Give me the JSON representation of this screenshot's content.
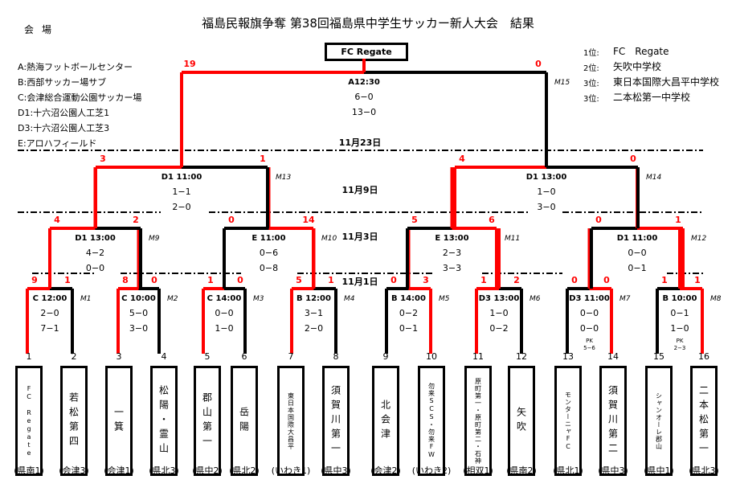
{
  "title": "福島民報旗争奪 第38回福島県中学生サッカー新人大会　結果",
  "venues": {
    "heading": "会場",
    "items": [
      "A:熱海フットボールセンター",
      "B:西部サッカー場サブ",
      "C:会津総合運動公園サッカー場",
      "D1:十六沼公園人工芝1",
      "D3:十六沼公園人工芝3",
      "E:アロハフィールド"
    ]
  },
  "ranking": [
    {
      "place": "1位:",
      "team": "FC　Regate"
    },
    {
      "place": "2位:",
      "team": "矢吹中学校"
    },
    {
      "place": "3位:",
      "team": "東日本国際大昌平中学校"
    },
    {
      "place": "3位:",
      "team": "二本松第一中学校"
    }
  ],
  "champion": "FC Regate",
  "dates": [
    "11月23日",
    "11月9日",
    "11月3日",
    "11月1日"
  ],
  "teams": [
    {
      "no": "1",
      "name": "FC Regate",
      "region": "(県南1)"
    },
    {
      "no": "2",
      "name": "若松第四",
      "region": "(会津3)"
    },
    {
      "no": "3",
      "name": "一箕",
      "region": "(会津1)"
    },
    {
      "no": "4",
      "name": "松陽・霊山",
      "region": "(県北3)"
    },
    {
      "no": "5",
      "name": "郡山第一",
      "region": "(県中2)"
    },
    {
      "no": "6",
      "name": "岳陽",
      "region": "(県北2)"
    },
    {
      "no": "7",
      "name": "東日本国際大昌平",
      "region": "(いわき1)"
    },
    {
      "no": "8",
      "name": "須賀川第一",
      "region": "(県中3)"
    },
    {
      "no": "9",
      "name": "北会津",
      "region": "(会津2)"
    },
    {
      "no": "10",
      "name": "勿来SCS・勿来FW",
      "region": "(いわき2)"
    },
    {
      "no": "11",
      "name": "原町第一・原町第二・石神",
      "region": "(相双1)"
    },
    {
      "no": "12",
      "name": "矢吹",
      "region": "(県南2)"
    },
    {
      "no": "13",
      "name": "モンターニャFC",
      "region": "(県北1)"
    },
    {
      "no": "14",
      "name": "須賀川第二",
      "region": "(県中3)"
    },
    {
      "no": "15",
      "name": "シャンオーレ郡山",
      "region": "(県中1)"
    },
    {
      "no": "16",
      "name": "二本松第一",
      "region": "(県北3)"
    }
  ],
  "matches": [
    {
      "id": "M1",
      "venue": "C 12:00",
      "s": [
        "9",
        "1"
      ],
      "halves": [
        "2−0",
        "7−1"
      ],
      "pk": "",
      "win": 0
    },
    {
      "id": "M2",
      "venue": "C 10:00",
      "s": [
        "8",
        "0"
      ],
      "halves": [
        "5−0",
        "3−0"
      ],
      "pk": "",
      "win": 0
    },
    {
      "id": "M3",
      "venue": "C 14:00",
      "s": [
        "1",
        "0"
      ],
      "halves": [
        "0−0",
        "1−0"
      ],
      "pk": "",
      "win": 0
    },
    {
      "id": "M4",
      "venue": "B 12:00",
      "s": [
        "5",
        "1"
      ],
      "halves": [
        "3−1",
        "2−0"
      ],
      "pk": "",
      "win": 0
    },
    {
      "id": "M5",
      "venue": "B 14:00",
      "s": [
        "0",
        "3"
      ],
      "halves": [
        "0−2",
        "0−1"
      ],
      "pk": "",
      "win": 1
    },
    {
      "id": "M6",
      "venue": "D3 13:00",
      "s": [
        "1",
        "2"
      ],
      "halves": [
        "1−0",
        "0−2"
      ],
      "pk": "",
      "win": 0
    },
    {
      "id": "M7",
      "venue": "D3 11:00",
      "s": [
        "0",
        "0"
      ],
      "halves": [
        "0−0",
        "0−0"
      ],
      "pk": "PK 5−6",
      "win": 1
    },
    {
      "id": "M8",
      "venue": "B 10:00",
      "s": [
        "1",
        "1"
      ],
      "halves": [
        "0−1",
        "1−0"
      ],
      "pk": "PK 2−3",
      "win": 1
    },
    {
      "id": "M9",
      "venue": "D1 13:00",
      "s": [
        "4",
        "2"
      ],
      "halves": [
        "4−2",
        "0−0"
      ],
      "pk": "",
      "win": 0
    },
    {
      "id": "M10",
      "venue": "E 11:00",
      "s": [
        "0",
        "14"
      ],
      "halves": [
        "0−6",
        "0−8"
      ],
      "pk": "",
      "win": 1
    },
    {
      "id": "M11",
      "venue": "E 13:00",
      "s": [
        "5",
        "6"
      ],
      "halves": [
        "2−3",
        "3−3"
      ],
      "pk": "",
      "win": 1
    },
    {
      "id": "M12",
      "venue": "D1 11:00",
      "s": [
        "0",
        "1"
      ],
      "halves": [
        "0−0",
        "0−1"
      ],
      "pk": "",
      "win": 1
    },
    {
      "id": "M13",
      "venue": "D1 11:00",
      "s": [
        "3",
        "1"
      ],
      "halves": [
        "1−1",
        "2−0"
      ],
      "pk": "",
      "win": 0
    },
    {
      "id": "M14",
      "venue": "D1 13:00",
      "s": [
        "4",
        "0"
      ],
      "halves": [
        "1−0",
        "3−0"
      ],
      "pk": "",
      "win": 0
    },
    {
      "id": "M15",
      "venue": "A12:30",
      "s": [
        "19",
        "0"
      ],
      "halves": [
        "6−0",
        "13−0"
      ],
      "pk": "",
      "win": 0
    }
  ],
  "colors": {
    "win": "#ff0000",
    "lose": "#000000"
  }
}
